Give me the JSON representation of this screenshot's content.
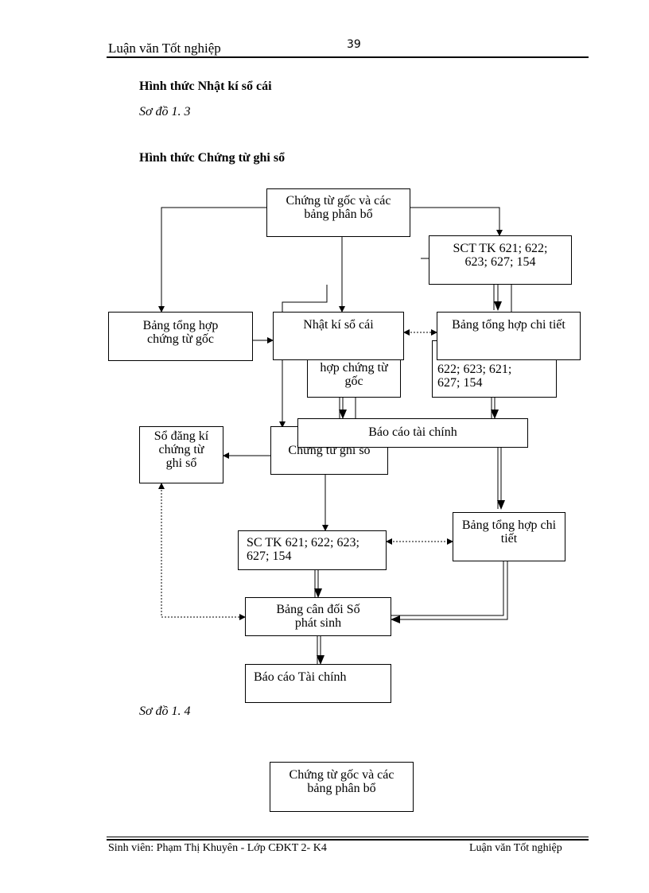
{
  "header": {
    "title": "Luận văn Tốt nghiệp",
    "page_number": "39"
  },
  "section_1": {
    "heading": "Hình thức Nhật kí sổ cái",
    "caption": "Sơ đồ 1. 3"
  },
  "section_2": {
    "heading": "Hình thức Chứng từ ghi sổ",
    "caption": "Sơ đồ 1. 4"
  },
  "diagram": {
    "top_source": "Chứng từ gốc và các bảng phân bổ",
    "sct_top": "SCT TK 621; 622; 623; 627; 154",
    "summary_original": "Bảng tổng hợp chứng từ gốc",
    "journal_ledger": "Nhật kí sổ cái",
    "detail_summary_top": "Bảng tổng hợp chi tiết",
    "ghost_left": "hợp chứng từ gốc",
    "ghost_right": "622; 623; 621; 627; 154",
    "financial_report_overlay": "Báo cáo tài chính",
    "voucher_register": "Sổ đăng kí chứng từ ghi sổ",
    "voucher": "Chứng từ ghi sổ",
    "sc_tk": "SC TK 621; 622; 623; 627; 154",
    "detail_summary": "Bảng tổng hợp chi tiết",
    "trial_balance": "Bảng cân đối Số phát sinh",
    "financial_report_bottom": "Báo cáo Tài chính"
  },
  "bottom_box": "Chứng từ gốc và các bảng phân bổ",
  "footer": {
    "student": "Sinh viên: Phạm Thị Khuyên - Lớp CĐKT 2- K4",
    "title": "Luận văn Tốt nghiệp"
  }
}
